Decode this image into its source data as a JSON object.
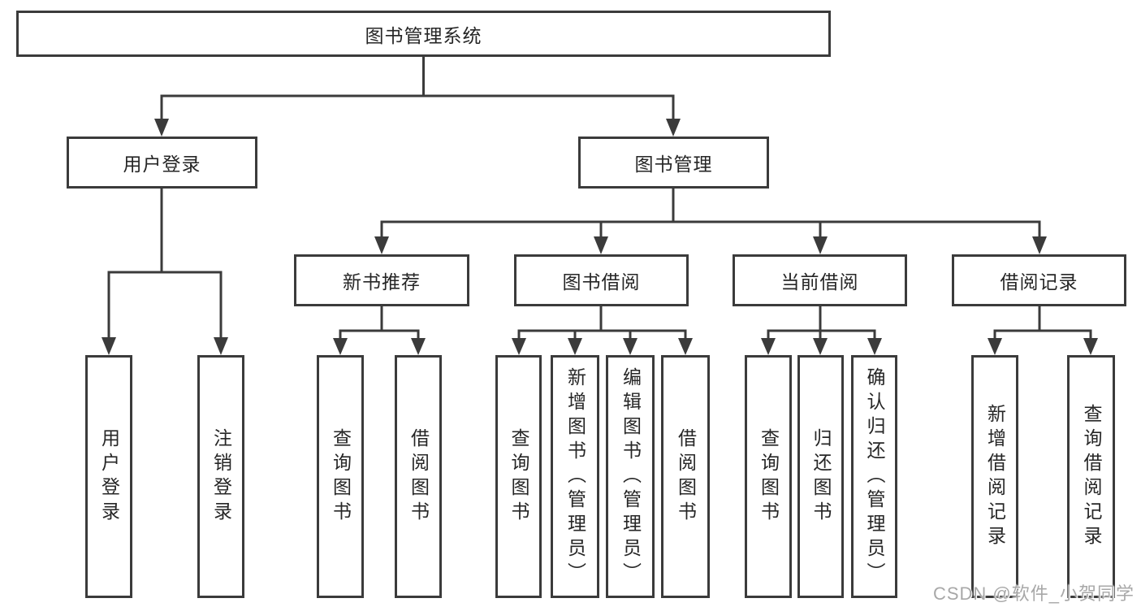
{
  "title": "图书管理系统",
  "tree": {
    "label": "图书管理系统",
    "children": [
      {
        "label": "用户登录",
        "children": [
          {
            "label": "用户登录"
          },
          {
            "label": "注销登录"
          }
        ]
      },
      {
        "label": "图书管理",
        "children": [
          {
            "label": "新书推荐",
            "children": [
              {
                "label": "查询图书"
              },
              {
                "label": "借阅图书"
              }
            ]
          },
          {
            "label": "图书借阅",
            "children": [
              {
                "label": "查询图书"
              },
              {
                "label": "新增图书（管理员）"
              },
              {
                "label": "编辑图书（管理员）"
              },
              {
                "label": "借阅图书"
              }
            ]
          },
          {
            "label": "当前借阅",
            "children": [
              {
                "label": "查询图书"
              },
              {
                "label": "归还图书"
              },
              {
                "label": "确认归还（管理员）"
              }
            ]
          },
          {
            "label": "借阅记录",
            "children": [
              {
                "label": "新增借阅记录"
              },
              {
                "label": "查询借阅记录"
              }
            ]
          }
        ]
      }
    ]
  },
  "watermark": "CSDN @软件_小贺同学",
  "colors": {
    "line": "#3b3b3b",
    "text": "#262626",
    "background": "#ffffff",
    "watermark": "#a8a8a8"
  }
}
